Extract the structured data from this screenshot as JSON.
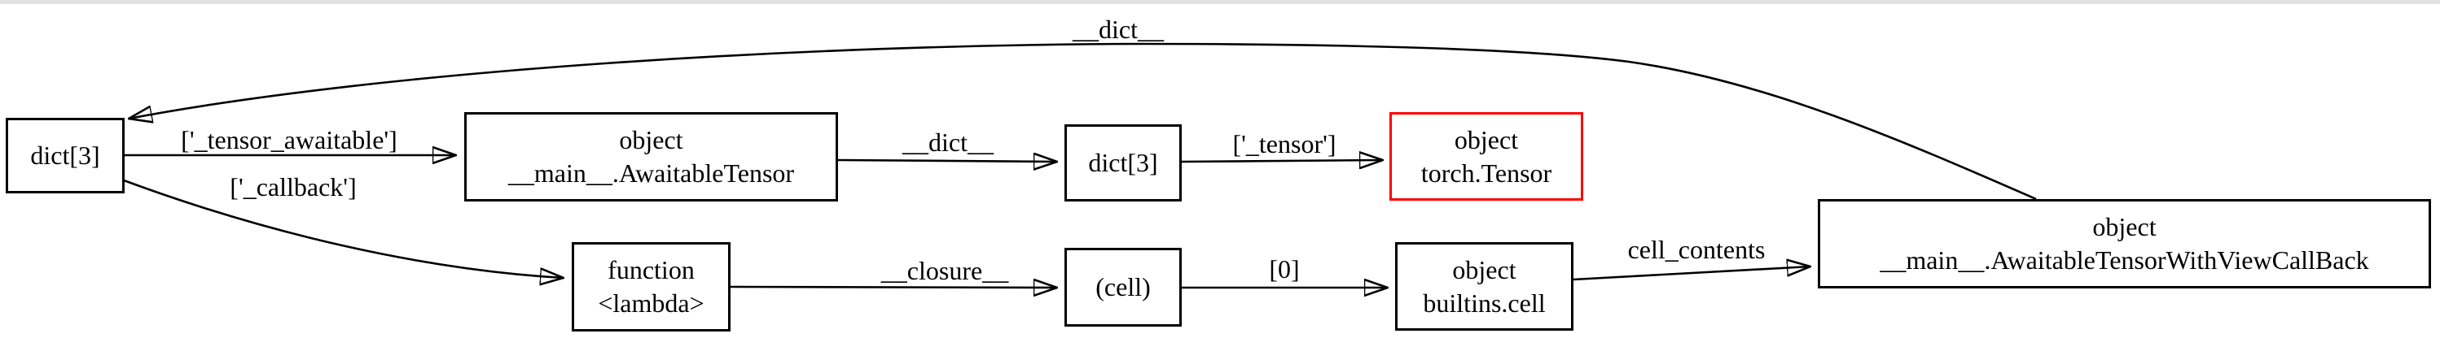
{
  "graph": {
    "nodes": {
      "dict_left": {
        "label": "dict[3]"
      },
      "awaitable_tensor": {
        "line1": "object",
        "line2": "__main__.AwaitableTensor"
      },
      "dict_mid": {
        "label": "dict[3]"
      },
      "torch_tensor": {
        "line1": "object",
        "line2": "torch.Tensor"
      },
      "lambda_fn": {
        "line1": "function",
        "line2": "<lambda>"
      },
      "cell": {
        "label": "(cell)"
      },
      "builtins_cell": {
        "line1": "object",
        "line2": "builtins.cell"
      },
      "awaitable_tensor_view_callback": {
        "line1": "object",
        "line2": "__main__.AwaitableTensorWithViewCallBack"
      }
    },
    "edge_labels": {
      "dict_top": "__dict__",
      "tensor_awaitable": "['_tensor_awaitable']",
      "callback": "['_callback']",
      "dict_mid": "__dict__",
      "tensor": "['_tensor']",
      "closure": "__closure__",
      "zero": "[0]",
      "cell_contents": "cell_contents"
    },
    "colors": {
      "background": "#ffffff",
      "edge": "#000000",
      "node_border": "#000000",
      "highlight_node_border": "#ff0000",
      "text": "#000000",
      "top_strip": "#e1e1e1"
    }
  }
}
